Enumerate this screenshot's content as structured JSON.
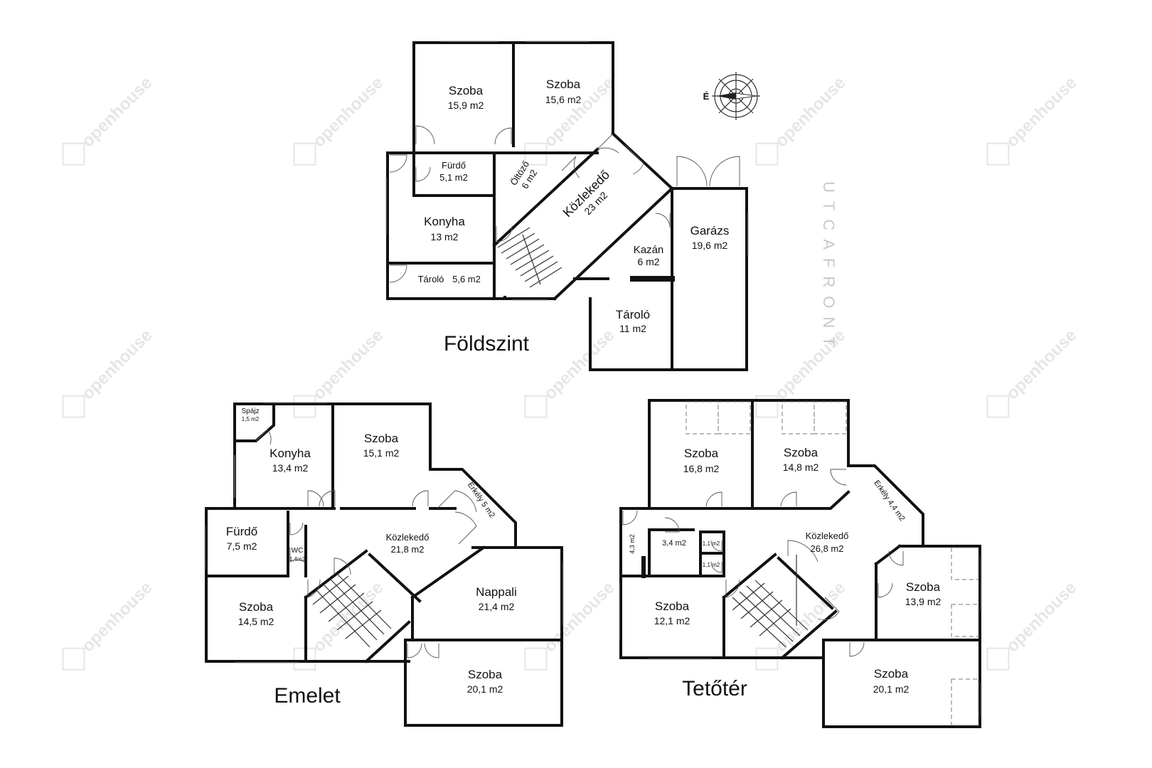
{
  "watermark": "openhouse",
  "street_label": "UTCAFRONT",
  "compass": {
    "label": "É",
    "icon": "compass-rose-icon"
  },
  "floors": {
    "ground": {
      "title": "Földszint",
      "rooms": {
        "szoba1": {
          "name": "Szoba",
          "area": "15,9 m2"
        },
        "szoba2": {
          "name": "Szoba",
          "area": "15,6 m2"
        },
        "furdo": {
          "name": "Fürdő",
          "area": "5,1 m2"
        },
        "oltozo": {
          "name": "Öltöző",
          "area": "6 m2"
        },
        "kozlekedo": {
          "name": "Közlekedő",
          "area": "23 m2"
        },
        "konyha": {
          "name": "Konyha",
          "area": "13 m2"
        },
        "tarolo1": {
          "name": "Tároló",
          "area": "5,6 m2"
        },
        "kazan": {
          "name": "Kazán",
          "area": "6 m2"
        },
        "garazs": {
          "name": "Garázs",
          "area": "19,6 m2"
        },
        "tarolo2": {
          "name": "Tároló",
          "area": "11 m2"
        }
      }
    },
    "first": {
      "title": "Emelet",
      "rooms": {
        "spajz": {
          "name": "Spájz",
          "area": "1,5 m2"
        },
        "konyha": {
          "name": "Konyha",
          "area": "13,4 m2"
        },
        "szoba1": {
          "name": "Szoba",
          "area": "15,1 m2"
        },
        "erkely": {
          "name": "Erkély 5 m2"
        },
        "furdo": {
          "name": "Fürdő",
          "area": "7,5 m2"
        },
        "wc": {
          "name": "WC",
          "area": "1,4m2"
        },
        "kozlekedo": {
          "name": "Közlekedő",
          "area": "21,8 m2"
        },
        "nappali": {
          "name": "Nappali",
          "area": "21,4 m2"
        },
        "szoba2": {
          "name": "Szoba",
          "area": "14,5 m2"
        },
        "szoba3": {
          "name": "Szoba",
          "area": "20,1 m2"
        }
      }
    },
    "attic": {
      "title": "Tetőtér",
      "rooms": {
        "szoba1": {
          "name": "Szoba",
          "area": "16,8 m2"
        },
        "szoba2": {
          "name": "Szoba",
          "area": "14,8 m2"
        },
        "erkely": {
          "name": "Erkély 4,4 m2"
        },
        "r43": {
          "area": "4,3 m2"
        },
        "r34": {
          "area": "3,4 m2"
        },
        "r11a": {
          "area": "1,1 m2"
        },
        "r11b": {
          "area": "1,1 m2"
        },
        "kozlekedo": {
          "name": "Közlekedő",
          "area": "26,8 m2"
        },
        "szoba3": {
          "name": "Szoba",
          "area": "12,1 m2"
        },
        "szoba4": {
          "name": "Szoba",
          "area": "13,9 m2"
        },
        "szoba5": {
          "name": "Szoba",
          "area": "20,1 m2"
        }
      }
    }
  }
}
